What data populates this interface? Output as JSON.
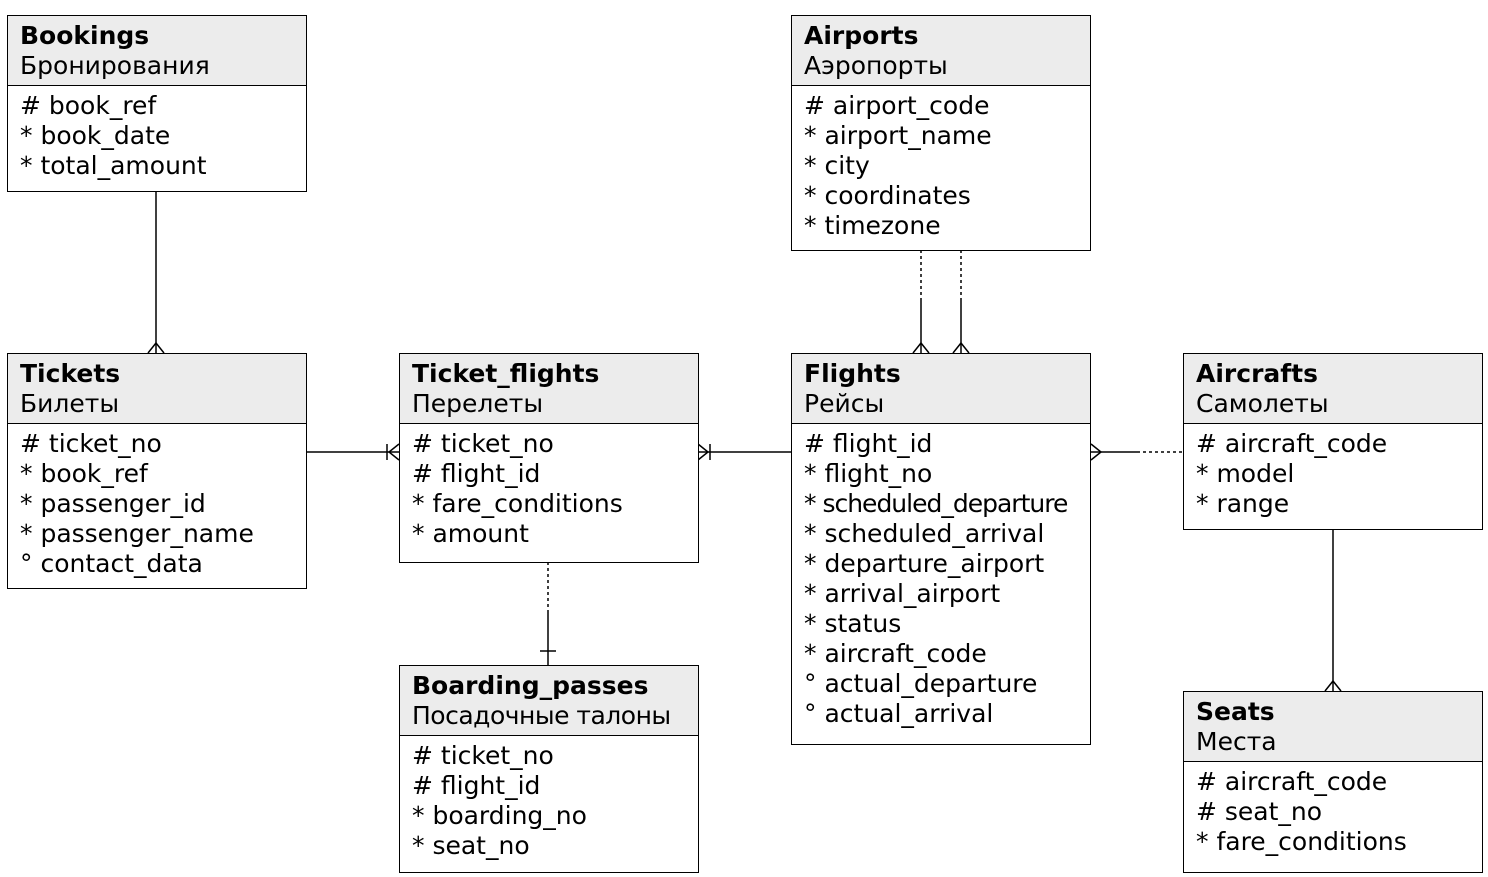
{
  "entities": {
    "bookings": {
      "name": "Bookings",
      "subtitle": "Бронирования",
      "attributes": [
        "# book_ref",
        "* book_date",
        "* total_amount"
      ]
    },
    "airports": {
      "name": "Airports",
      "subtitle": "Аэропорты",
      "attributes": [
        "# airport_code",
        "* airport_name",
        "* city",
        "* coordinates",
        "* timezone"
      ]
    },
    "tickets": {
      "name": "Tickets",
      "subtitle": "Билеты",
      "attributes": [
        "# ticket_no",
        "* book_ref",
        "* passenger_id",
        "* passenger_name",
        "° contact_data"
      ]
    },
    "ticket_flights": {
      "name": "Ticket_flights",
      "subtitle": "Перелеты",
      "attributes": [
        "# ticket_no",
        "# flight_id",
        "* fare_conditions",
        "* amount"
      ]
    },
    "flights": {
      "name": "Flights",
      "subtitle": "Рейсы",
      "attributes": [
        "# flight_id",
        "* flight_no",
        "* scheduled_departure",
        "* scheduled_arrival",
        "* departure_airport",
        "* arrival_airport",
        "* status",
        "* aircraft_code",
        "° actual_departure",
        "° actual_arrival"
      ]
    },
    "aircrafts": {
      "name": "Aircrafts",
      "subtitle": "Самолеты",
      "attributes": [
        "# aircraft_code",
        "* model",
        "* range"
      ]
    },
    "boarding_passes": {
      "name": "Boarding_passes",
      "subtitle": "Посадочные талоны",
      "attributes": [
        "# ticket_no",
        "# flight_id",
        "* boarding_no",
        "* seat_no"
      ]
    },
    "seats": {
      "name": "Seats",
      "subtitle": "Места",
      "attributes": [
        "# aircraft_code",
        "# seat_no",
        "* fare_conditions"
      ]
    }
  }
}
